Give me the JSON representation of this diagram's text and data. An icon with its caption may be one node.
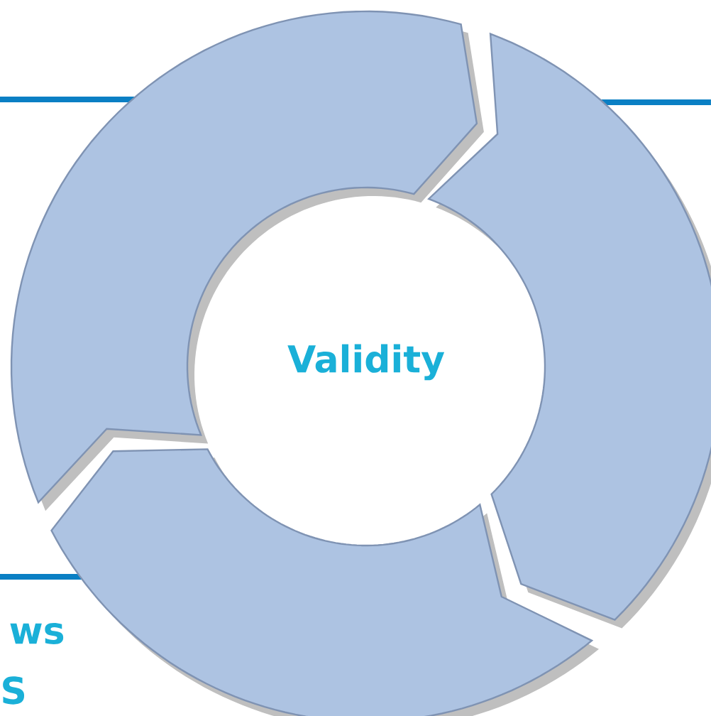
{
  "diagram": {
    "labels": [
      "Validity",
      "ws",
      "S"
    ]
  }
}
